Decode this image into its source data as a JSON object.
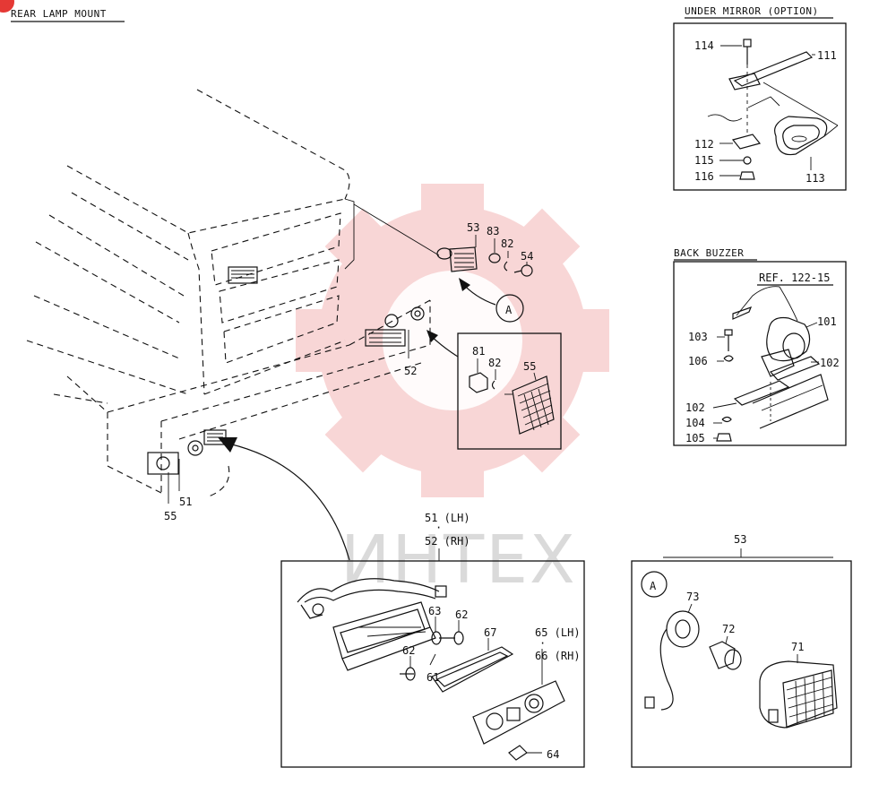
{
  "titles": {
    "main": "REAR LAMP MOUNT",
    "mirror": "UNDER MIRROR (OPTION)",
    "buzzer": "BACK BUZZER",
    "buzzer_ref": "REF. 122-15"
  },
  "watermark": "ИНТЕХ",
  "page_badge": "",
  "colors": {
    "line": "#111111",
    "watermark_gear": "#f4b6b6",
    "watermark_text": "#bdbdbd",
    "badge": "#e53935"
  },
  "labels": {
    "p53_top": "53",
    "p83_top": "83",
    "p82_top": "82",
    "p54": "54",
    "callout_a1": "A",
    "p52_main": "52",
    "p81": "81",
    "p82_mid": "82",
    "p55_mid": "55",
    "p51_main": "51",
    "p55_main": "55",
    "p51_lh": "51 (LH)",
    "dot1": "·",
    "p52_rh": "52 (RH)",
    "p63": "63",
    "p62_a": "62",
    "p67": "67",
    "p65_lh": "65 (LH)",
    "dot2": "·",
    "p66_rh": "66 (RH)",
    "p62_b": "62",
    "p61": "61",
    "p64": "64",
    "p53_box": "53",
    "callout_a2": "A",
    "p73": "73",
    "p72": "72",
    "p71": "71",
    "p114": "114",
    "p111": "111",
    "p112": "112",
    "p115": "115",
    "p116": "116",
    "p113": "113",
    "p103": "103",
    "p101": "101",
    "p106": "106",
    "p102_r": "102",
    "p102_l": "102",
    "p104": "104",
    "p105": "105"
  }
}
